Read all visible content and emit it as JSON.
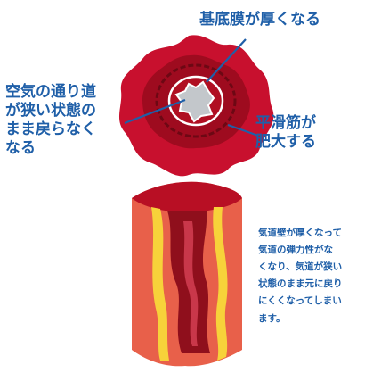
{
  "labels": {
    "basement_membrane": "基底膜が厚くなる",
    "airway_passage": "空気の通り道\nが狭い状態の\nまま戻らなく\nなる",
    "smooth_muscle": "平滑筋が\n肥大する"
  },
  "description": "気道壁が厚くなって\n気道の弾力性がな\nくなり、気道が狭い\n状態のまま元に戻り\nにくくなってしまい\nます。",
  "colors": {
    "text": "#1f5fa8",
    "outer_wall": "#c8102e",
    "inner_wall": "#9e0b1f",
    "smooth_muscle_ring": "#7a0a18",
    "lumen": "#bfc3c7",
    "tube_outer": "#e8604a",
    "tube_stripe": "#f7d23a",
    "tube_inner": "#8f0f1c"
  }
}
